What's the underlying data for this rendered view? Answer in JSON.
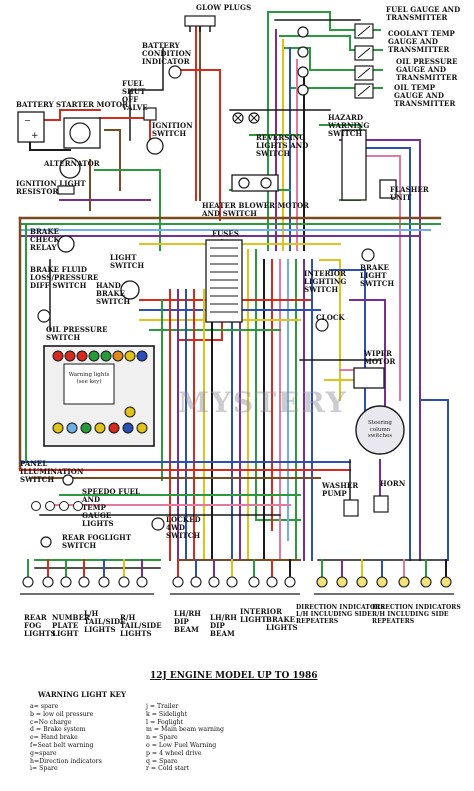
{
  "title": "12J ENGINE MODEL UP TO 1986",
  "watermark": "MYSTERY",
  "labels": {
    "glow_plugs": "GLOW PLUGS",
    "fuel_gauge": "FUEL GAUGE AND\nTRANSMITTER",
    "coolant_temp": "COOLANT TEMP\nGAUGE AND\nTRANSMITTER",
    "oil_pressure_gauge": "OIL PRESSURE\nGAUGE AND\nTRANSMITTER",
    "oil_temp": "OIL TEMP\nGAUGE AND\nTRANSMITTER",
    "battery_condition": "BATTERY\nCONDITION\nINDICATOR",
    "fuel_shut_off": "FUEL\nSHUT\nOFF\nVALVE",
    "battery": "BATTERY",
    "starter_motor": "STARTER MOTOR",
    "ignition_switch": "IGNITION\nSWITCH",
    "reversing_lights": "REVERSING\nLIGHTS AND\nSWITCH",
    "hazard_switch": "HAZARD\nWARNING\nSWITCH",
    "alternator": "ALTERNATOR",
    "ignition_light_resistor": "IGNITION LIGHT\nRESISTOR",
    "heater_blower": "HEATER BLOWER MOTOR\nAND SWITCH",
    "flasher_unit": "FLASHER\nUNIT",
    "brake_check_relay": "BRAKE\nCHECK\nRELAY",
    "fuses": "FUSES",
    "brake_fluid": "BRAKE FLUID\nLOSS/PRESSURE\nDIFF SWITCH",
    "light_switch": "LIGHT\nSWITCH",
    "hand_brake_switch": "HAND\nBRAKE\nSWITCH",
    "interior_lighting_switch": "INTERIOR\nLIGHTING\nSWITCH",
    "brake_light_switch": "BRAKE\nLIGHT\nSWITCH",
    "oil_pressure_switch": "OIL PRESSURE\nSWITCH",
    "clock": "CLOCK",
    "wiper_motor": "WIPER\nMOTOR",
    "warning_lights": "Warning\nlights (see\nkey)",
    "steering_column": "Steering\ncolumn\nswitches",
    "panel_illumination": "PANEL\nILLUMINATION\nSWITCH",
    "speedo_fuel": "SPEEDO FUEL\nAND\nTEMP\nGAUGE\nLIGHTS",
    "washer_pump": "WASHER\nPUMP",
    "horn": "HORN",
    "rear_foglight_switch": "REAR FOGLIGHT\nSWITCH",
    "locked_4wd": "LOCKED\n4WD\nSWITCH",
    "rear_fog_lights": "REAR\nFOG\nLIGHTS",
    "number_plate_light": "NUMBER\nPLATE\nLIGHT",
    "lh_tail_side": "L/H\nTAIL/SIDE\nLIGHTS",
    "rh_tail_side": "R/H\nTAIL/SIDE\nLIGHTS",
    "lhrh_dip_beam_1": "LH/RH\nDIP\nBEAM",
    "lhrh_dip_beam_2": "LH/RH\nDIP\nBEAM",
    "interior_light": "INTERIOR\nLIGHT",
    "brake_lights": "BRAKE\nLIGHTS",
    "direction_indicators_1": "DIRECTION INDICATORS\nL/H INCLUDING SIDE\nREPEATERS",
    "direction_indicators_2": "DIRECTION INDICATORS\nR/H INCLUDING SIDE\nREPEATERS"
  },
  "warning_key": {
    "heading": "WARNING LIGHT KEY",
    "left": [
      "a= spare",
      "b = low oil pressure",
      "c=No charge",
      "d = Brake system",
      "e= Hand brake",
      "f=Seat belt warning",
      "g=spare",
      "h=Direction indicators",
      "i= Spare"
    ],
    "right": [
      "j = Trailer",
      "k = Sidelight",
      "l = Foglight",
      "m = Main beam warning",
      "n = Spare",
      "o = Low Fuel Warning",
      "p = 4 wheel drive",
      "q = Spare",
      "r = Cold start"
    ]
  },
  "colors": {
    "black": "#1a1a1a",
    "red": "#d42a20",
    "brown": "#7a4a22",
    "green": "#2a9a3c",
    "purple": "#7a2f8f",
    "blue": "#2c4fb5",
    "yellow": "#e0c21c",
    "white_wire": "#c8c8c8",
    "orange": "#e08a1c",
    "pink": "#e27aa0",
    "light_blue": "#6fb0e0",
    "slate": "#4d5c70"
  }
}
